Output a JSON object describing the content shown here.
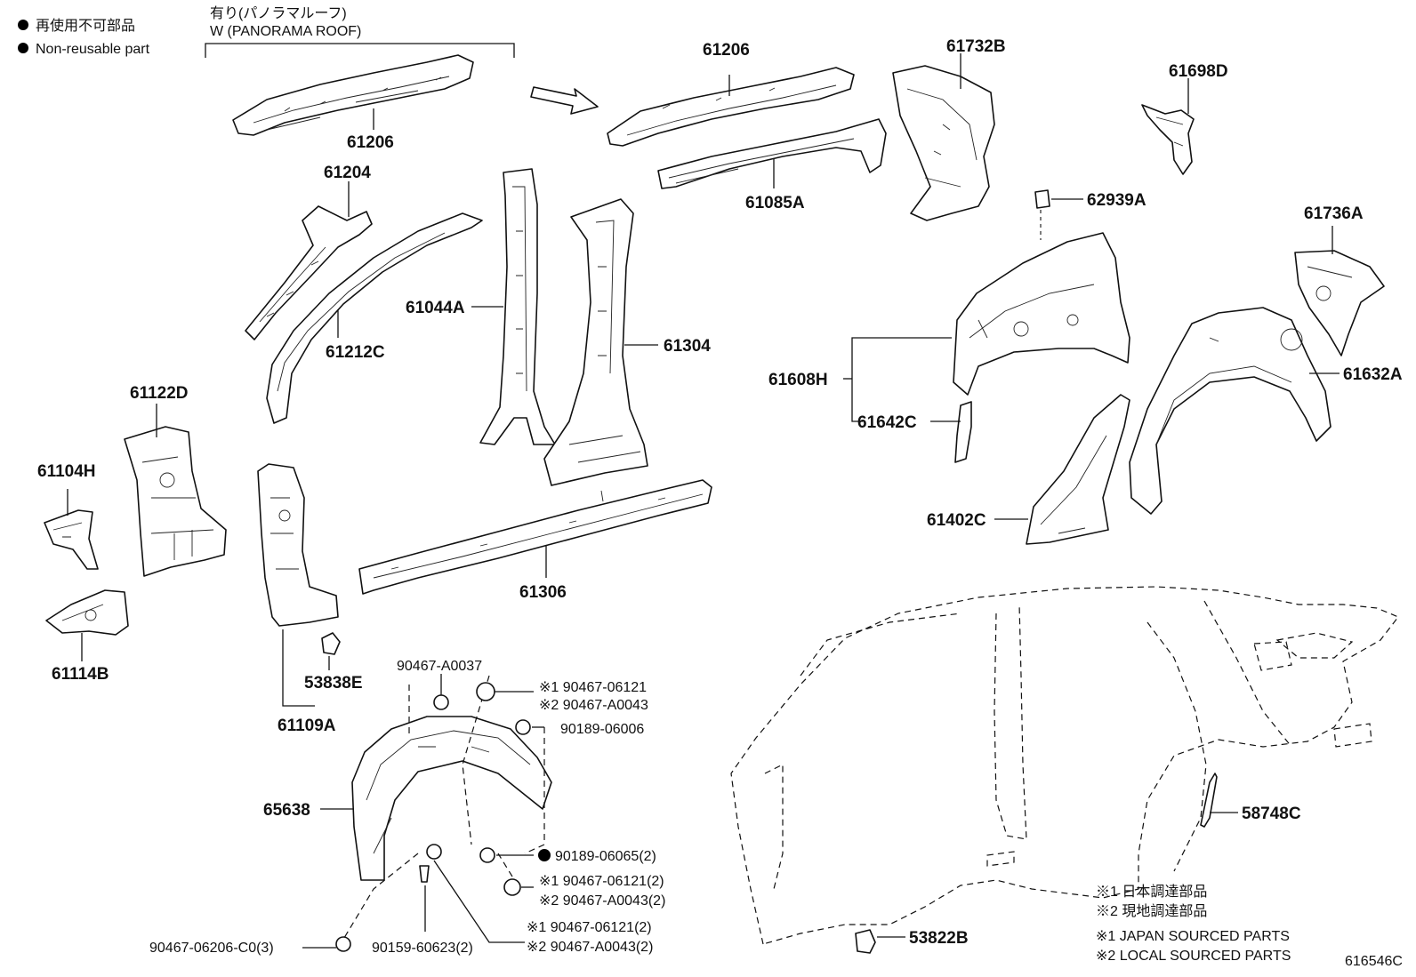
{
  "legend": {
    "non_reusable_jp": "再使用不可部品",
    "non_reusable_en": "Non-reusable part"
  },
  "panorama": {
    "title_jp": "有り(パノラマルーフ)",
    "title_en": "W (PANORAMA ROOF)"
  },
  "parts": {
    "p61206_a": "61206",
    "p61206_b": "61206",
    "p61204": "61204",
    "p61212C": "61212C",
    "p61044A": "61044A",
    "p61304": "61304",
    "p61085A": "61085A",
    "p61732B": "61732B",
    "p61698D": "61698D",
    "p62939A": "62939A",
    "p61736A": "61736A",
    "p61608H": "61608H",
    "p61642C": "61642C",
    "p61632A": "61632A",
    "p61402C": "61402C",
    "p61122D": "61122D",
    "p61104H": "61104H",
    "p61114B": "61114B",
    "p61306": "61306",
    "p53838E": "53838E",
    "p61109A": "61109A",
    "p65638": "65638",
    "p58748C": "58748C",
    "p53822B": "53822B"
  },
  "fasteners": {
    "f90467_A0037": "90467-A0037",
    "f_top_1": "※1 90467-06121",
    "f_top_2": "※2 90467-A0043",
    "f90189_06006": "90189-06006",
    "f90189_06065": "90189-06065(2)",
    "f_mid_1": "※1 90467-06121(2)",
    "f_mid_2": "※2 90467-A0043(2)",
    "f_bot_1": "※1 90467-06121(2)",
    "f_bot_2": "※2 90467-A0043(2)",
    "f90467_06206": "90467-06206-C0(3)",
    "f90159_60623": "90159-60623(2)"
  },
  "notes": {
    "jp1": "※1 日本調達部品",
    "jp2": "※2 現地調達部品",
    "en1": "※1 JAPAN SOURCED PARTS",
    "en2": "※2 LOCAL SOURCED PARTS"
  },
  "drawing_id": "616546C"
}
